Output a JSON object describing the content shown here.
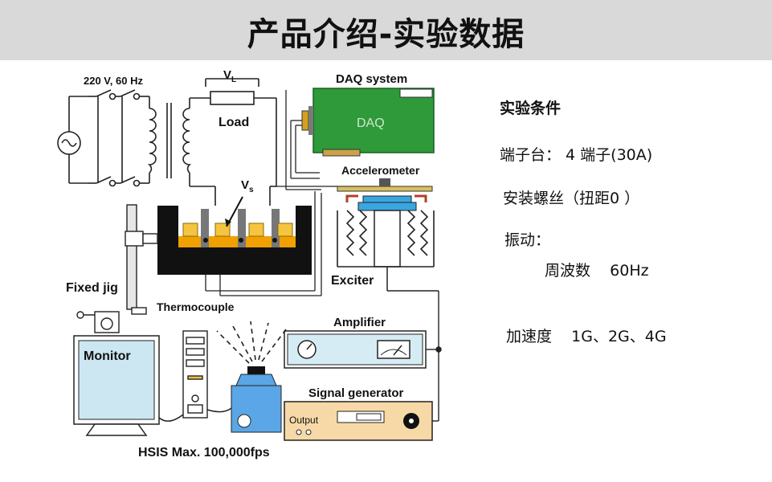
{
  "title": "产品介绍-实验数据",
  "diagram": {
    "power": "220 V, 60 Hz",
    "vl_main": "V",
    "vl_sub": "L",
    "load": "Load",
    "daq_system": "DAQ system",
    "daq": "DAQ",
    "accelerometer": "Accelerometer",
    "vs_main": "V",
    "vs_sub": "s",
    "fixed_jig": "Fixed jig",
    "thermocouple": "Thermocouple",
    "exciter": "Exciter",
    "amplifier": "Amplifier",
    "monitor": "Monitor",
    "signal_generator": "Signal generator",
    "output": "Output",
    "hsis": "HSIS Max. 100,000fps"
  },
  "conditions": {
    "heading": "实验条件",
    "terminal": "端子台： 4 端子(30A)",
    "mounting": "安装螺丝（扭距0 ）",
    "vibration": "振动：",
    "frequency": "周波数    60Hz",
    "acceleration": "加速度    1G、2G、4G"
  },
  "colors": {
    "title_bg": "#d9d9d9",
    "daq_board": "#2e9a3a",
    "terminal_orange": "#f0a000",
    "terminal_yellow": "#f5c542",
    "exciter_blue": "#3aa6e0",
    "sig_gen": "#f7d9a8"
  }
}
